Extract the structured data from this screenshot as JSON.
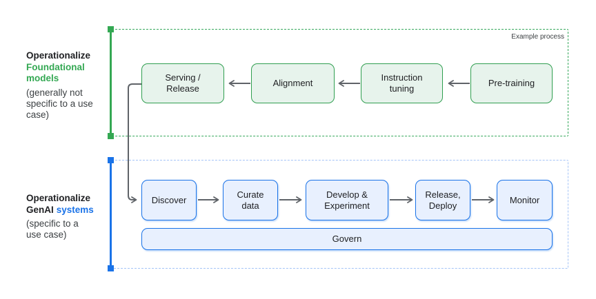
{
  "annotation": {
    "example_process": "Example process"
  },
  "palette": {
    "green_accent": "#34a853",
    "green_box_fill": "#e7f3ec",
    "green_box_border": "#2f9e4f",
    "blue_accent": "#1a73e8",
    "blue_box_fill": "#e8f0fe",
    "blue_dashed_border": "#a3c3f7",
    "arrow_gray": "#5f6368",
    "text_dark": "#202124"
  },
  "foundational": {
    "label_line1": "Operationalize",
    "label_highlight": "Foundational models",
    "label_note": "(generally not specific to a use case)",
    "flow": "right-to-left",
    "nodes": [
      {
        "label": "Serving /\nRelease"
      },
      {
        "label": "Alignment"
      },
      {
        "label": "Instruction\ntuning"
      },
      {
        "label": "Pre-training"
      }
    ]
  },
  "genai": {
    "label_line1": "Operationalize",
    "label_line2_black": "GenAI",
    "label_line2_highlight": "systems",
    "label_note": "(specific to a use case)",
    "flow": "left-to-right",
    "nodes": [
      {
        "label": "Discover"
      },
      {
        "label": "Curate\ndata"
      },
      {
        "label": "Develop &\nExperiment"
      },
      {
        "label": "Release,\nDeploy"
      },
      {
        "label": "Monitor"
      }
    ],
    "govern_label": "Govern"
  }
}
